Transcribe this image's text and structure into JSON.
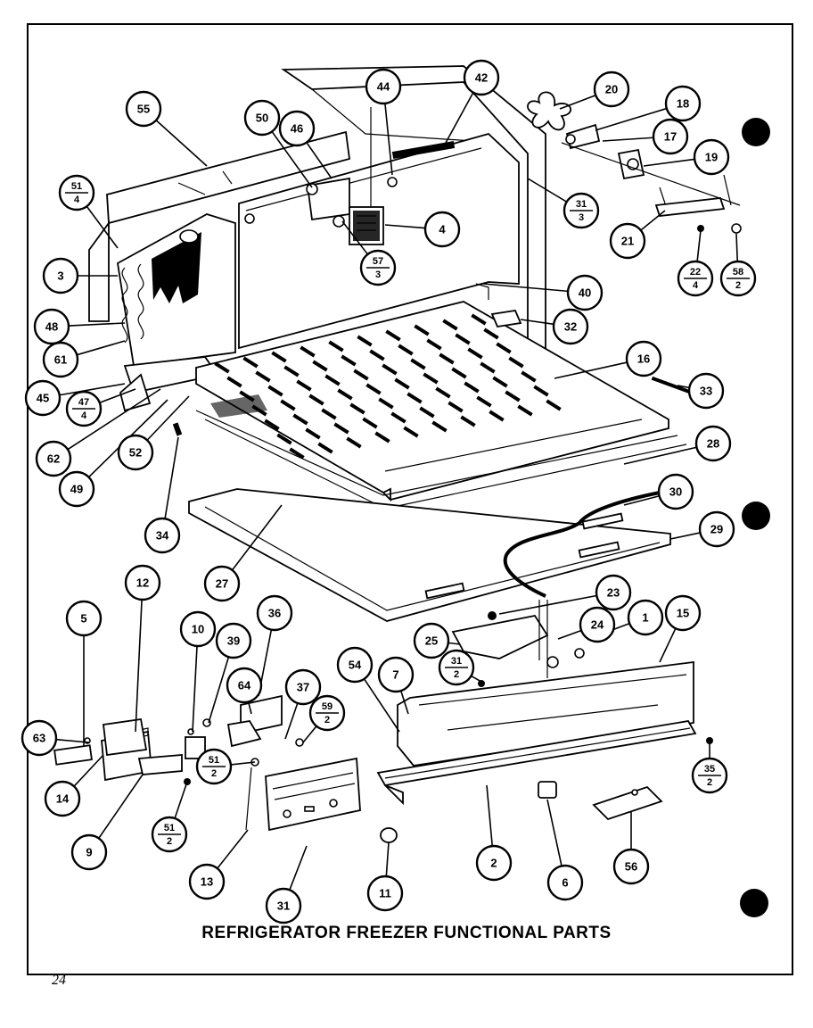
{
  "title": "REFRIGERATOR FREEZER FUNCTIONAL PARTS",
  "page_number": "24",
  "callouts": [
    {
      "id": "55",
      "label": "55"
    },
    {
      "id": "51-4",
      "label": "51",
      "sub": "4"
    },
    {
      "id": "3",
      "label": "3"
    },
    {
      "id": "48",
      "label": "48"
    },
    {
      "id": "61",
      "label": "61"
    },
    {
      "id": "45",
      "label": "45"
    },
    {
      "id": "47-4",
      "label": "47",
      "sub": "4"
    },
    {
      "id": "62",
      "label": "62"
    },
    {
      "id": "49",
      "label": "49"
    },
    {
      "id": "52",
      "label": "52"
    },
    {
      "id": "34",
      "label": "34"
    },
    {
      "id": "27",
      "label": "27"
    },
    {
      "id": "50",
      "label": "50"
    },
    {
      "id": "46",
      "label": "46"
    },
    {
      "id": "44",
      "label": "44"
    },
    {
      "id": "42",
      "label": "42"
    },
    {
      "id": "4",
      "label": "4"
    },
    {
      "id": "57-3",
      "label": "57",
      "sub": "3"
    },
    {
      "id": "20",
      "label": "20"
    },
    {
      "id": "18",
      "label": "18"
    },
    {
      "id": "17",
      "label": "17"
    },
    {
      "id": "19",
      "label": "19"
    },
    {
      "id": "31-3",
      "label": "31",
      "sub": "3"
    },
    {
      "id": "21",
      "label": "21"
    },
    {
      "id": "22-4",
      "label": "22",
      "sub": "4"
    },
    {
      "id": "58-2",
      "label": "58",
      "sub": "2"
    },
    {
      "id": "40",
      "label": "40"
    },
    {
      "id": "32",
      "label": "32"
    },
    {
      "id": "16",
      "label": "16"
    },
    {
      "id": "33",
      "label": "33"
    },
    {
      "id": "28",
      "label": "28"
    },
    {
      "id": "30",
      "label": "30"
    },
    {
      "id": "29",
      "label": "29"
    },
    {
      "id": "12",
      "label": "12"
    },
    {
      "id": "5",
      "label": "5"
    },
    {
      "id": "10",
      "label": "10"
    },
    {
      "id": "36",
      "label": "36"
    },
    {
      "id": "39",
      "label": "39"
    },
    {
      "id": "64",
      "label": "64"
    },
    {
      "id": "37",
      "label": "37"
    },
    {
      "id": "59-2",
      "label": "59",
      "sub": "2"
    },
    {
      "id": "63",
      "label": "63"
    },
    {
      "id": "14",
      "label": "14"
    },
    {
      "id": "9",
      "label": "9"
    },
    {
      "id": "51-2a",
      "label": "51",
      "sub": "2"
    },
    {
      "id": "51-2b",
      "label": "51",
      "sub": "2"
    },
    {
      "id": "13",
      "label": "13"
    },
    {
      "id": "31",
      "label": "31"
    },
    {
      "id": "11",
      "label": "11"
    },
    {
      "id": "23",
      "label": "23"
    },
    {
      "id": "24",
      "label": "24"
    },
    {
      "id": "1",
      "label": "1"
    },
    {
      "id": "15",
      "label": "15"
    },
    {
      "id": "25",
      "label": "25"
    },
    {
      "id": "31-2",
      "label": "31",
      "sub": "2"
    },
    {
      "id": "54",
      "label": "54"
    },
    {
      "id": "7",
      "label": "7"
    },
    {
      "id": "35-2",
      "label": "35",
      "sub": "2"
    },
    {
      "id": "2",
      "label": "2"
    },
    {
      "id": "6",
      "label": "6"
    },
    {
      "id": "56",
      "label": "56"
    }
  ]
}
